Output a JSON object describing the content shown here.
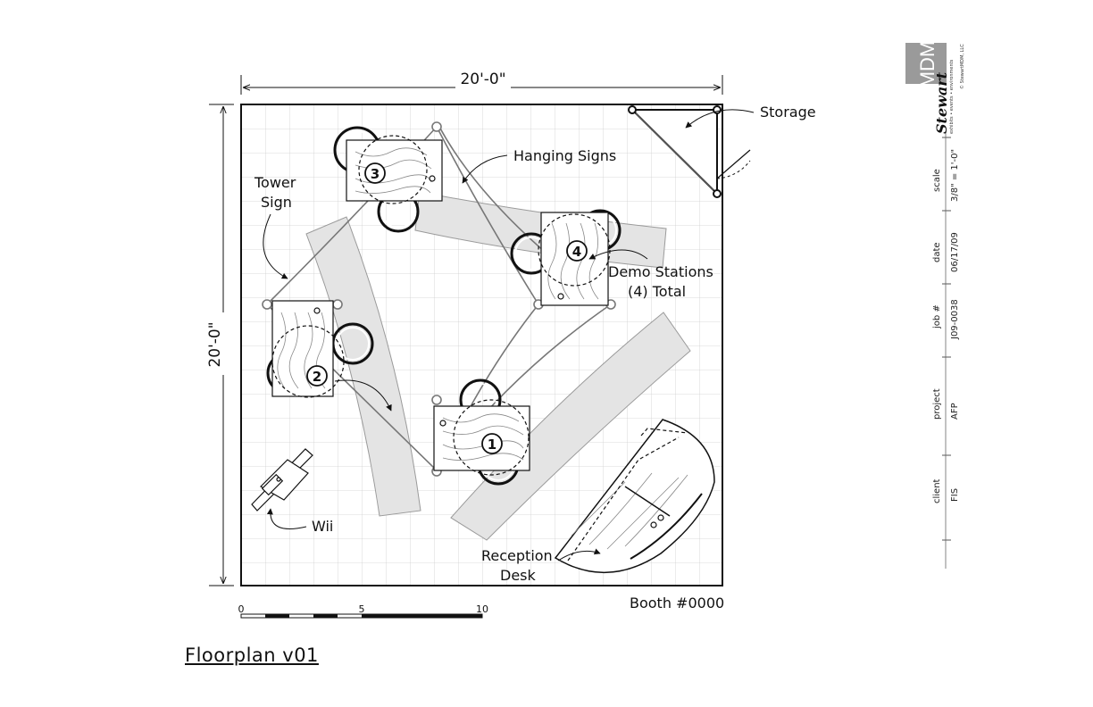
{
  "dimensions": {
    "width_label": "20'-0\"",
    "height_label": "20'-0\""
  },
  "callouts": {
    "storage": "Storage",
    "hanging_signs": "Hanging Signs",
    "tower_sign": [
      "Tower",
      "Sign"
    ],
    "demo_stations": [
      "Demo Stations",
      "(4) Total"
    ],
    "wii": "Wii",
    "reception_desk": [
      "Reception",
      "Desk"
    ],
    "booth": "Booth #0000"
  },
  "stations": [
    "1",
    "2",
    "3",
    "4"
  ],
  "scale_bar": {
    "ticks": [
      "0",
      "5",
      "10"
    ]
  },
  "title": "Floorplan v01",
  "title_block": {
    "logo_text": "MDM",
    "brand": "Stewart",
    "tagline": "exhibits • events • environments",
    "copyright": "© StewartMDM, LLC",
    "fields": [
      {
        "label": "scale",
        "value": "3/8\" = 1'-0\""
      },
      {
        "label": "date",
        "value": "06/17/09"
      },
      {
        "label": "job #",
        "value": "J09-0038"
      },
      {
        "label": "project",
        "value": "AFP"
      },
      {
        "label": "client",
        "value": "FIS"
      }
    ]
  }
}
